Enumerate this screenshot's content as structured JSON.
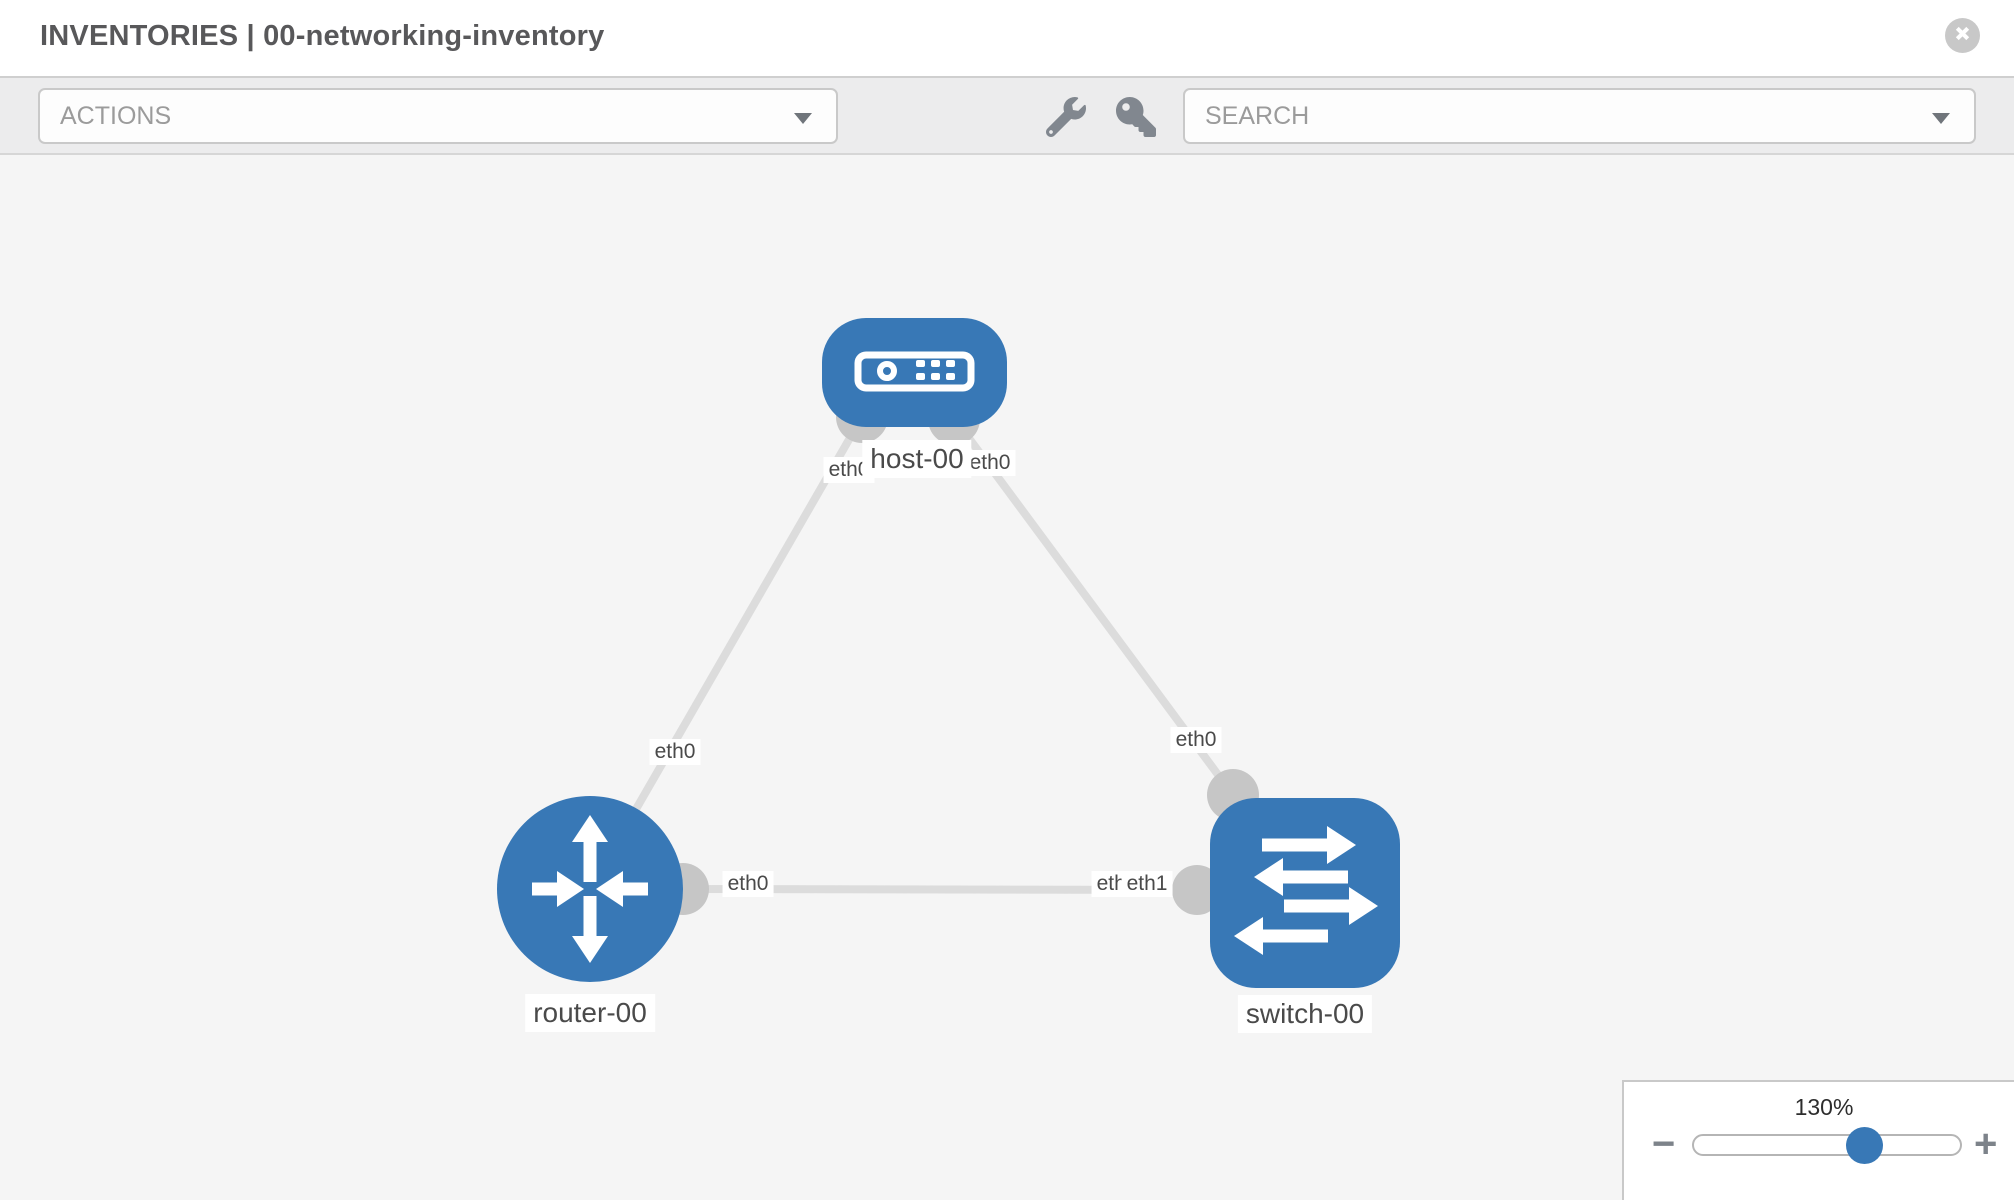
{
  "header": {
    "title": "INVENTORIES | 00-networking-inventory"
  },
  "toolbar": {
    "actions": {
      "placeholder": "ACTIONS"
    },
    "search": {
      "placeholder": "SEARCH"
    },
    "tools": [
      {
        "name": "wrench"
      },
      {
        "name": "key"
      }
    ]
  },
  "topology": {
    "nodes": [
      {
        "label": "host-00",
        "type": "host"
      },
      {
        "label": "router-00",
        "type": "router"
      },
      {
        "label": "switch-00",
        "type": "switch"
      }
    ],
    "links": [
      {
        "from": "router-00",
        "to": "host-00",
        "from_iface": "eth0",
        "to_iface": "eth0"
      },
      {
        "from": "host-00",
        "to": "switch-00",
        "from_iface": "eth0",
        "to_iface": "eth0"
      },
      {
        "from": "router-00",
        "to": "switch-00",
        "from_iface": "eth0",
        "to_iface": "eth1"
      }
    ],
    "iface_labels": [
      {
        "text": "eth0"
      },
      {
        "text": "eth0"
      },
      {
        "text": "eth0"
      },
      {
        "text": "eth0"
      },
      {
        "text": "eth0"
      },
      {
        "text": "eth0"
      },
      {
        "text": "eth1"
      }
    ]
  },
  "zoom_control": {
    "level": "130%",
    "minus": "−",
    "plus": "+"
  },
  "colors": {
    "node_blue": "#3878b6",
    "link_gray": "#dcdcdc",
    "connector_gray": "#c6c6c6",
    "canvas_bg": "#f5f5f5",
    "toolbar_bg": "#ececed"
  }
}
